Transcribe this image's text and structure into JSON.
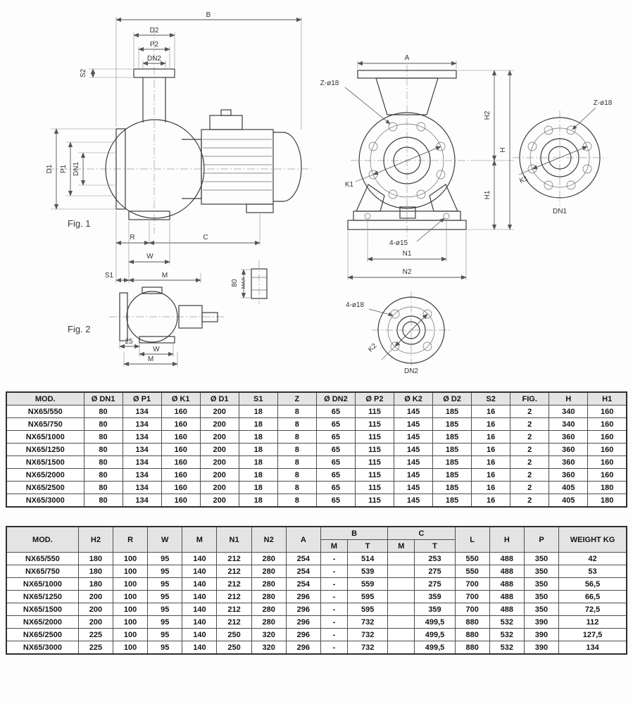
{
  "drawings": {
    "labels": {
      "fig1_caption": "Fig. 1",
      "fig2_caption": "Fig. 2",
      "B": "B",
      "D2": "D2",
      "P2": "P2",
      "DN2": "DN2",
      "S2": "S2",
      "D1": "D1",
      "P1": "P1",
      "DN1": "DN1",
      "R": "R",
      "C": "C",
      "W": "W",
      "S1": "S1",
      "M": "M",
      "dim80": "80",
      "dimMax": "MAX",
      "dim25": "25",
      "A": "A",
      "zHoles": "Z-ø18",
      "K1": "K1",
      "H2": "H2",
      "H": "H",
      "H1": "H1",
      "baseHoles": "4-ø15",
      "N1": "N1",
      "N2": "N2",
      "dn2Holes": "4-ø18",
      "K2": "K2"
    }
  },
  "table1": {
    "headers": [
      "MOD.",
      "Ø DN1",
      "Ø P1",
      "Ø K1",
      "Ø D1",
      "S1",
      "Z",
      "Ø DN2",
      "Ø P2",
      "Ø K2",
      "Ø D2",
      "S2",
      "FIG.",
      "H",
      "H1"
    ],
    "rows": [
      [
        "NX65/550",
        "80",
        "134",
        "160",
        "200",
        "18",
        "8",
        "65",
        "115",
        "145",
        "185",
        "16",
        "2",
        "340",
        "160"
      ],
      [
        "NX65/750",
        "80",
        "134",
        "160",
        "200",
        "18",
        "8",
        "65",
        "115",
        "145",
        "185",
        "16",
        "2",
        "340",
        "160"
      ],
      [
        "NX65/1000",
        "80",
        "134",
        "160",
        "200",
        "18",
        "8",
        "65",
        "115",
        "145",
        "185",
        "16",
        "2",
        "360",
        "160"
      ],
      [
        "NX65/1250",
        "80",
        "134",
        "160",
        "200",
        "18",
        "8",
        "65",
        "115",
        "145",
        "185",
        "16",
        "2",
        "360",
        "160"
      ],
      [
        "NX65/1500",
        "80",
        "134",
        "160",
        "200",
        "18",
        "8",
        "65",
        "115",
        "145",
        "185",
        "16",
        "2",
        "360",
        "160"
      ],
      [
        "NX65/2000",
        "80",
        "134",
        "160",
        "200",
        "18",
        "8",
        "65",
        "115",
        "145",
        "185",
        "16",
        "2",
        "360",
        "160"
      ],
      [
        "NX65/2500",
        "80",
        "134",
        "160",
        "200",
        "18",
        "8",
        "65",
        "115",
        "145",
        "185",
        "16",
        "2",
        "405",
        "180"
      ],
      [
        "NX65/3000",
        "80",
        "134",
        "160",
        "200",
        "18",
        "8",
        "65",
        "115",
        "145",
        "185",
        "16",
        "2",
        "405",
        "180"
      ]
    ]
  },
  "table2": {
    "header_row1": [
      {
        "label": "MOD.",
        "rowspan": 2
      },
      {
        "label": "H2",
        "rowspan": 2
      },
      {
        "label": "R",
        "rowspan": 2
      },
      {
        "label": "W",
        "rowspan": 2
      },
      {
        "label": "M",
        "rowspan": 2
      },
      {
        "label": "N1",
        "rowspan": 2
      },
      {
        "label": "N2",
        "rowspan": 2
      },
      {
        "label": "A",
        "rowspan": 2
      },
      {
        "label": "B",
        "colspan": 2
      },
      {
        "label": "C",
        "colspan": 2
      },
      {
        "label": "L",
        "rowspan": 2
      },
      {
        "label": "H",
        "rowspan": 2
      },
      {
        "label": "P",
        "rowspan": 2
      },
      {
        "label": "WEIGHT KG",
        "rowspan": 2
      }
    ],
    "header_row2": [
      "M",
      "T",
      "M",
      "T"
    ],
    "rows": [
      [
        "NX65/550",
        "180",
        "100",
        "95",
        "140",
        "212",
        "280",
        "254",
        "-",
        "514",
        "",
        "253",
        "550",
        "488",
        "350",
        "42"
      ],
      [
        "NX65/750",
        "180",
        "100",
        "95",
        "140",
        "212",
        "280",
        "254",
        "-",
        "539",
        "",
        "275",
        "550",
        "488",
        "350",
        "53"
      ],
      [
        "NX65/1000",
        "180",
        "100",
        "95",
        "140",
        "212",
        "280",
        "254",
        "-",
        "559",
        "",
        "275",
        "700",
        "488",
        "350",
        "56,5"
      ],
      [
        "NX65/1250",
        "200",
        "100",
        "95",
        "140",
        "212",
        "280",
        "296",
        "-",
        "595",
        "",
        "359",
        "700",
        "488",
        "350",
        "66,5"
      ],
      [
        "NX65/1500",
        "200",
        "100",
        "95",
        "140",
        "212",
        "280",
        "296",
        "-",
        "595",
        "",
        "359",
        "700",
        "488",
        "350",
        "72,5"
      ],
      [
        "NX65/2000",
        "200",
        "100",
        "95",
        "140",
        "212",
        "280",
        "296",
        "-",
        "732",
        "",
        "499,5",
        "880",
        "532",
        "390",
        "112"
      ],
      [
        "NX65/2500",
        "225",
        "100",
        "95",
        "140",
        "250",
        "320",
        "296",
        "-",
        "732",
        "",
        "499,5",
        "880",
        "532",
        "390",
        "127,5"
      ],
      [
        "NX65/3000",
        "225",
        "100",
        "95",
        "140",
        "250",
        "320",
        "296",
        "-",
        "732",
        "",
        "499,5",
        "880",
        "532",
        "390",
        "134"
      ]
    ]
  }
}
